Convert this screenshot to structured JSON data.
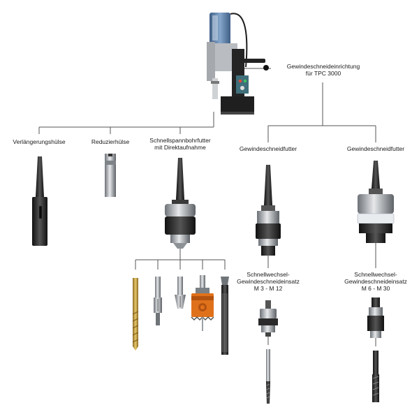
{
  "machine": {
    "icon": "magnetic-drill-press-icon",
    "colors": {
      "motor": "#5b7fa6",
      "body": "#2b2b2b",
      "panel": "#3f6f7a"
    }
  },
  "tapping_device": {
    "line1": "Gewindeschneideinrichtung",
    "line2": "für TPC 3000"
  },
  "left_branches": [
    {
      "label": "Verlängerungshülse",
      "icon": "extension-sleeve-icon"
    },
    {
      "label": "Reduzierhülse",
      "icon": "reducing-sleeve-icon"
    },
    {
      "line1": "Schnellspannbohrfutter",
      "line2": "mit Direktaufnahme",
      "icon": "keyless-drill-chuck-icon"
    }
  ],
  "right_branches": [
    {
      "label": "Gewindeschneidfutter",
      "icon": "tapping-chuck-icon",
      "insert": {
        "line1": "Schnellwechsel-",
        "line2": "Gewindeschneideinsatz",
        "line3": "M 3 - M 12",
        "icon": "quick-change-insert-small-icon"
      },
      "tap_icon": "tap-small-icon"
    },
    {
      "label": "Gewindeschneidfutter",
      "icon": "tapping-chuck-large-icon",
      "insert": {
        "line1": "Schnellwechsel-",
        "line2": "Gewindeschneideinsatz",
        "line3": "M 6 - M 30",
        "icon": "quick-change-insert-large-icon"
      },
      "tap_icon": "tap-large-icon"
    }
  ],
  "chuck_tools": [
    {
      "icon": "twist-drill-bit-icon"
    },
    {
      "icon": "counterbore-icon"
    },
    {
      "icon": "countersink-icon"
    },
    {
      "icon": "hole-saw-icon"
    },
    {
      "icon": "reamer-icon"
    }
  ],
  "colors": {
    "line": "#555555",
    "drill_gold": "#c9a544",
    "holesaw_orange": "#e0711b",
    "steel": "#9aa0a6"
  }
}
